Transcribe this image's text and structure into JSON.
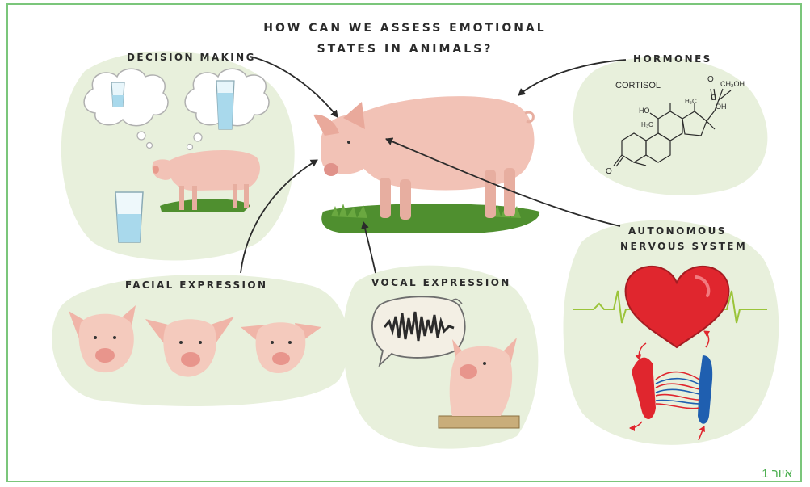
{
  "title": {
    "line1": "HOW CAN WE ASSESS EMOTIONAL",
    "line2": "STATES IN ANIMALS?"
  },
  "labels": {
    "decision_making": "DECISION MAKING",
    "hormones": "HORMONES",
    "autonomous_line1": "AUTONOMOUS",
    "autonomous_line2": "NERVOUS SYSTEM",
    "facial_expression": "FACIAL EXPRESSION",
    "vocal_expression": "VOCAL EXPRESSION"
  },
  "chem": {
    "cortisol": "CORTISOL",
    "ch2oh": "CH₂OH",
    "o_top": "O",
    "c_label": "C",
    "ho_left": "HO",
    "h3c_1": "H₃C",
    "h3c_2": "H₃C",
    "oh": "OH",
    "o_bottom": "O"
  },
  "caption": "איור 1",
  "colors": {
    "frame": "#7bc67b",
    "blob": "#e8f0dc",
    "pig": "#f2c2b6",
    "heart": "#e0262e",
    "ecg": "#9bc43a",
    "artery": "#e0262e",
    "vein": "#1f5fb0",
    "caption": "#4caf50"
  }
}
